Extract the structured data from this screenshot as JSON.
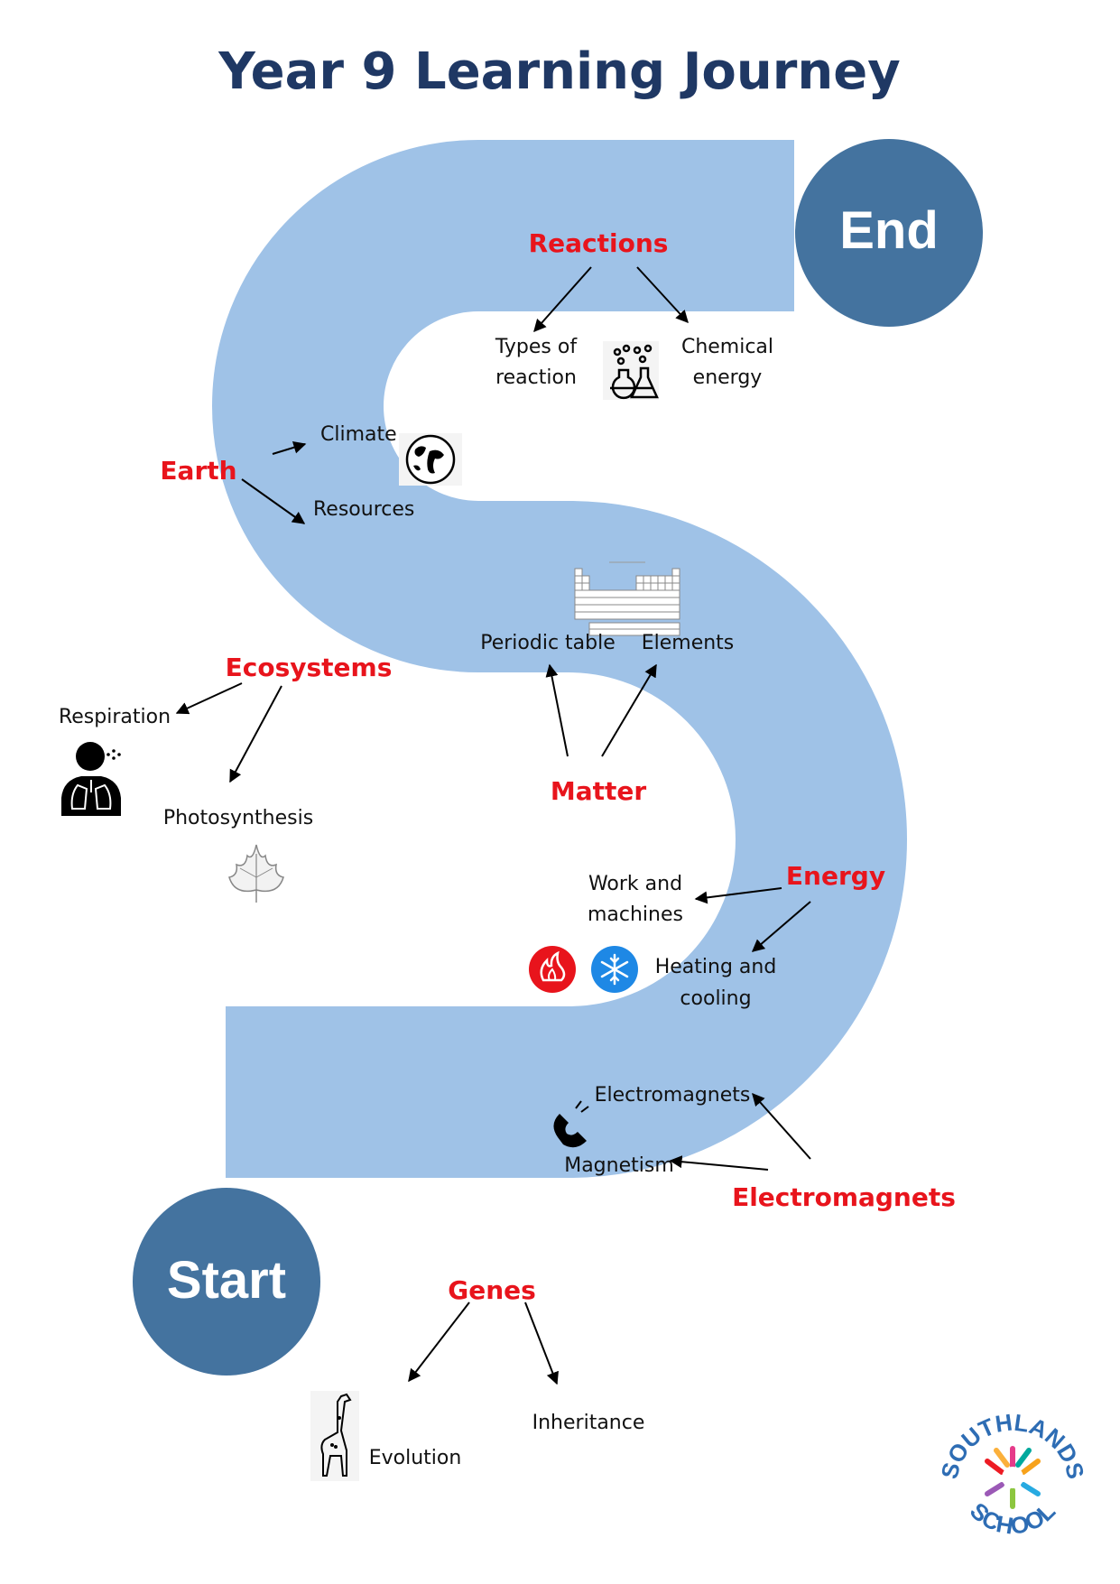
{
  "title": "Year 9 Learning Journey",
  "end_label": "End",
  "start_label": "Start",
  "topics": {
    "reactions": "Reactions",
    "earth": "Earth",
    "ecosystems": "Ecosystems",
    "matter": "Matter",
    "energy": "Energy",
    "electromagnets": "Electromagnets",
    "genes": "Genes"
  },
  "subtopics": {
    "types_of_reaction_1": "Types of",
    "types_of_reaction_2": "reaction",
    "chemical_energy_1": "Chemical",
    "chemical_energy_2": "energy",
    "climate": "Climate",
    "resources": "Resources",
    "periodic_table": "Periodic table",
    "elements": "Elements",
    "respiration": "Respiration",
    "photosynthesis": "Photosynthesis",
    "work_machines_1": "Work and",
    "work_machines_2": "machines",
    "heating_cooling_1": "Heating and",
    "heating_cooling_2": "cooling",
    "electromagnets_sub": "Electromagnets",
    "magnetism": "Magnetism",
    "evolution": "Evolution",
    "inheritance": "Inheritance"
  },
  "logo": {
    "text": "SOUTHLANDS SCHOOL"
  },
  "colors": {
    "path": "#9fc2e7",
    "node": "#44739f",
    "title": "#1f3864",
    "topic": "#e8141c",
    "fire": "#e8141c",
    "snow": "#1e88e5"
  },
  "icons": [
    "flask-icon",
    "globe-icon",
    "periodic-table-icon",
    "breathing-person-icon",
    "leaf-icon",
    "fire-icon",
    "snowflake-icon",
    "magnet-icon",
    "giraffe-icon",
    "school-logo"
  ]
}
